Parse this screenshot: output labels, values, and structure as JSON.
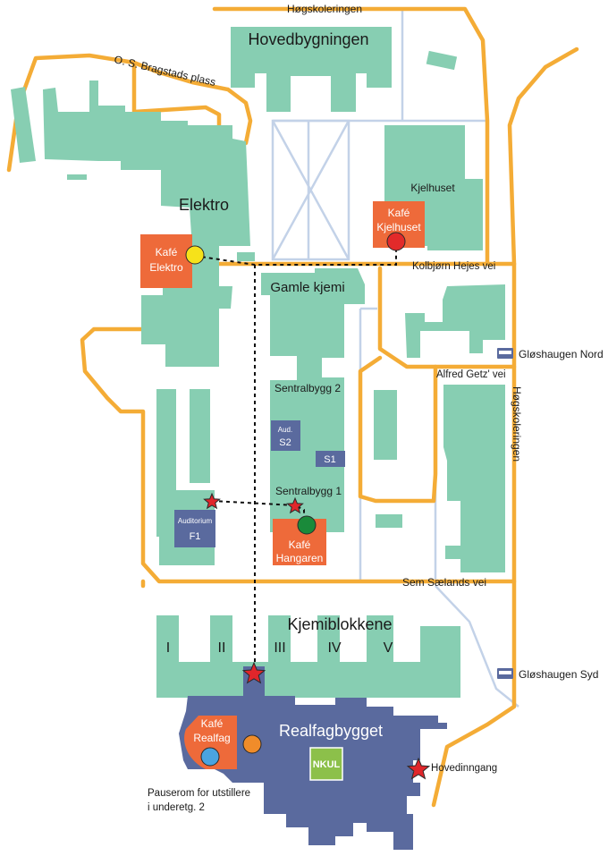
{
  "colors": {
    "building": "#87ceb2",
    "road": "#f4ac36",
    "path": "#c3d2e8",
    "realfag": "#5a6a9e",
    "cafe": "#ee6a3a",
    "auditorium": "#5a6a9e",
    "nkul": "#8cc04a",
    "route": "#111111",
    "star": "#e0262b"
  },
  "streets": {
    "hogskoleringen_top": "Høgskoleringen",
    "bragstads_plass": "O. S. Bragstads plass",
    "kolbjorn_hejes_vei": "Kolbjørn Hejes vei",
    "alfred_getz_vei": "Alfred Getz' vei",
    "hogskoleringen_side": "Høgskoleringen",
    "sem_saelands_vei": "Sem Sælands vei"
  },
  "buildings": {
    "hovedbygningen": "Hovedbygningen",
    "elektro": "Elektro",
    "kjelhuset": "Kjelhuset",
    "gamle_kjemi": "Gamle kjemi",
    "sentralbygg_2": "Sentralbygg 2",
    "sentralbygg_1": "Sentralbygg 1",
    "kjemiblokkene": "Kjemiblokkene",
    "realfagbygget": "Realfagbygget",
    "nkul": "NKUL",
    "kjemi_numerals": [
      "I",
      "II",
      "III",
      "IV",
      "V"
    ]
  },
  "cafes": {
    "elektro": [
      "Kafé",
      "Elektro"
    ],
    "kjelhuset": [
      "Kafé",
      "Kjelhuset"
    ],
    "hangaren": [
      "Kafé",
      "Hangaren"
    ],
    "realfag": [
      "Kafé",
      "Realfag"
    ]
  },
  "auditoriums": {
    "s2": [
      "Aud.",
      "S2"
    ],
    "s1": "S1",
    "f1": [
      "Auditorium",
      "F1"
    ]
  },
  "bus_stops": {
    "north": "Gløshaugen Nord",
    "south": "Gløshaugen Syd"
  },
  "pois": {
    "hovedinngang": "Hovedinngang",
    "pauserom": [
      "Pauserom for utstillere",
      "i underetg. 2"
    ]
  },
  "icons": {
    "bus_stop": "bus-icon",
    "entrance": "red-star-marker",
    "cafe_marker": "circle-marker"
  }
}
